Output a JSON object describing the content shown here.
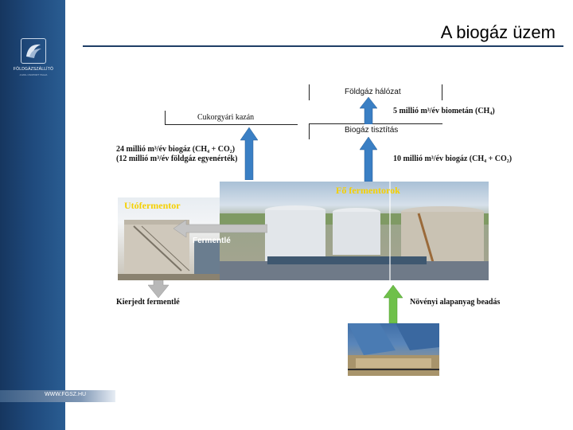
{
  "slide": {
    "title": "A biogáz üzem",
    "footer_url": "WWW.FGSZ.HU"
  },
  "logo": {
    "name": "FÖLDGÁZSZÁLLÍTÓ",
    "subtitle": "A MOL CSOPORT TAGJA"
  },
  "labels": {
    "natural_gas_grid": "Földgáz hálózat",
    "sugar_factory_boiler": "Cukorgyári kazán",
    "biomethane": "5 millió m³/év biometán (CH₄)",
    "biogas_cleaning": "Biogáz tisztítás",
    "biogas_total_1": "24 millió m³/év biogáz (CH₄ + CO₂)",
    "biogas_total_2": "(12 millió m³/év földgáz egyenérték)",
    "biogas_10": "10 millió m³/év biogáz (CH₄ + CO₂)",
    "post_fermenter": "Utófermentor",
    "main_fermenters": "Fő fermentorok",
    "ferment_liquid": "Fermentlé",
    "spent_ferment_liquid": "Kierjedt fermentlé",
    "plant_feedstock": "Növényi alapanyag beadás"
  },
  "colors": {
    "arrow_blue": "#3a7fc4",
    "arrow_green": "#6fc04a",
    "arrow_gray": "#b8b8b8",
    "overlay_yellow": "#f5d000",
    "sidebar_blue": "#1f4a7d"
  }
}
